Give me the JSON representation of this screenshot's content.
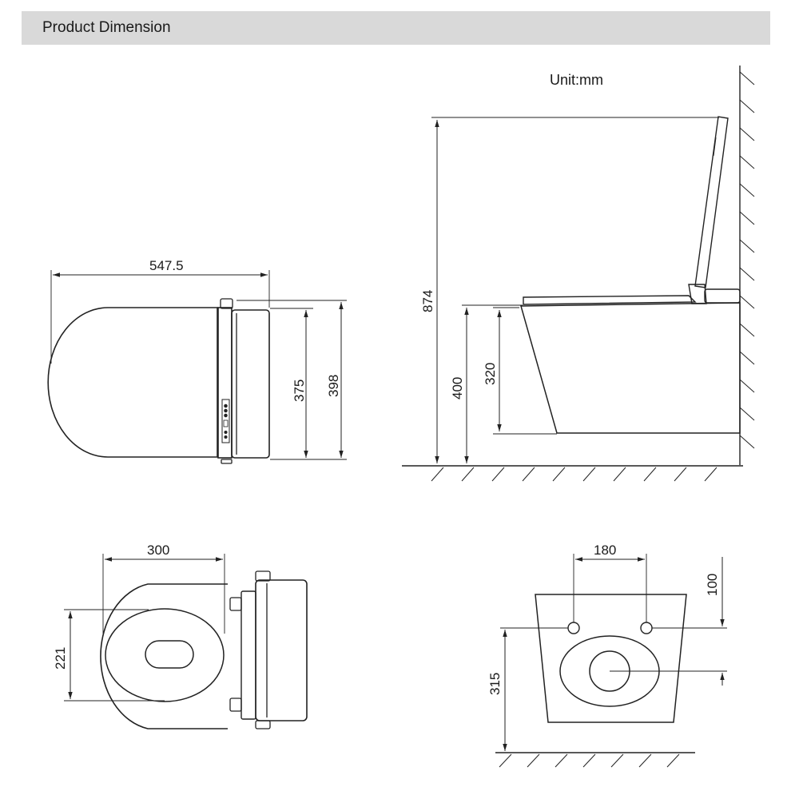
{
  "header": {
    "title": "Product Dimension"
  },
  "unit_label": "Unit:mm",
  "views": {
    "top_view": {
      "length": "547.5",
      "width_seat": "375",
      "width_total": "398"
    },
    "side_view": {
      "total_height": "874",
      "mount_height": "400",
      "bowl_height": "320"
    },
    "bottom_view": {
      "seat_depth": "300",
      "opening_width": "221"
    },
    "rear_view": {
      "bolt_spacing": "180",
      "bolt_height": "100",
      "outlet_height": "315"
    }
  }
}
